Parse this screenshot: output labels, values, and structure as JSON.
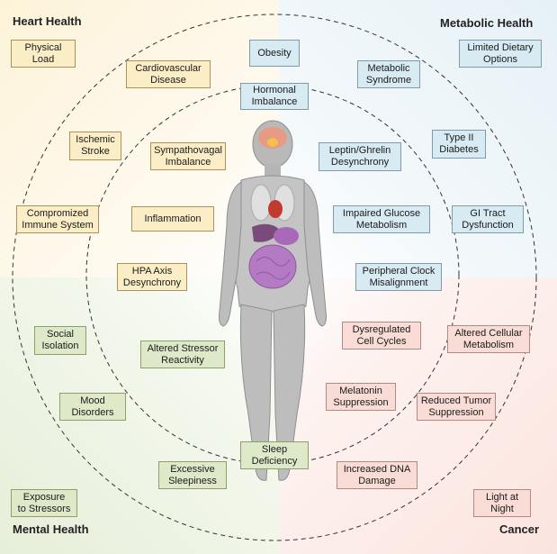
{
  "colors": {
    "heart": "#fbeec6",
    "metabolic": "#d8eaf2",
    "mental": "#dde9c9",
    "cancer": "#f9dcd6"
  },
  "corners": {
    "heart": "Heart Health",
    "metabolic": "Metabolic Health",
    "mental": "Mental Health",
    "cancer": "Cancer"
  },
  "boxes": {
    "physical_load": "Physical\nLoad",
    "cardiovascular_disease": "Cardiovascular\nDisease",
    "obesity": "Obesity",
    "metabolic_syndrome": "Metabolic\nSyndrome",
    "limited_dietary_options": "Limited Dietary\nOptions",
    "hormonal_imbalance": "Hormonal\nImbalance",
    "ischemic_stroke": "Ischemic\nStroke",
    "sympathovagal_imbalance": "Sympathovagal\nImbalance",
    "leptin_ghrelin": "Leptin/Ghrelin\nDesynchrony",
    "type2_diabetes": "Type II\nDiabetes",
    "compromized_immune": "Compromized\nImmune System",
    "inflammation": "Inflammation",
    "impaired_glucose": "Impaired Glucose\nMetabolism",
    "gi_tract": "GI Tract\nDysfunction",
    "hpa_axis": "HPA Axis\nDesynchrony",
    "peripheral_clock": "Peripheral Clock\nMisalignment",
    "social_isolation": "Social\nIsolation",
    "altered_stressor": "Altered Stressor\nReactivity",
    "dysregulated_cell": "Dysregulated\nCell Cycles",
    "altered_cellular": "Altered Cellular\nMetabolism",
    "mood_disorders": "Mood\nDisorders",
    "melatonin_suppression": "Melatonin\nSuppression",
    "reduced_tumor": "Reduced Tumor\nSuppression",
    "sleep_deficiency": "Sleep\nDeficiency",
    "excessive_sleepiness": "Excessive\nSleepiness",
    "increased_dna": "Increased DNA\nDamage",
    "exposure_stressors": "Exposure\nto Stressors",
    "light_at_night": "Light at\nNight"
  }
}
